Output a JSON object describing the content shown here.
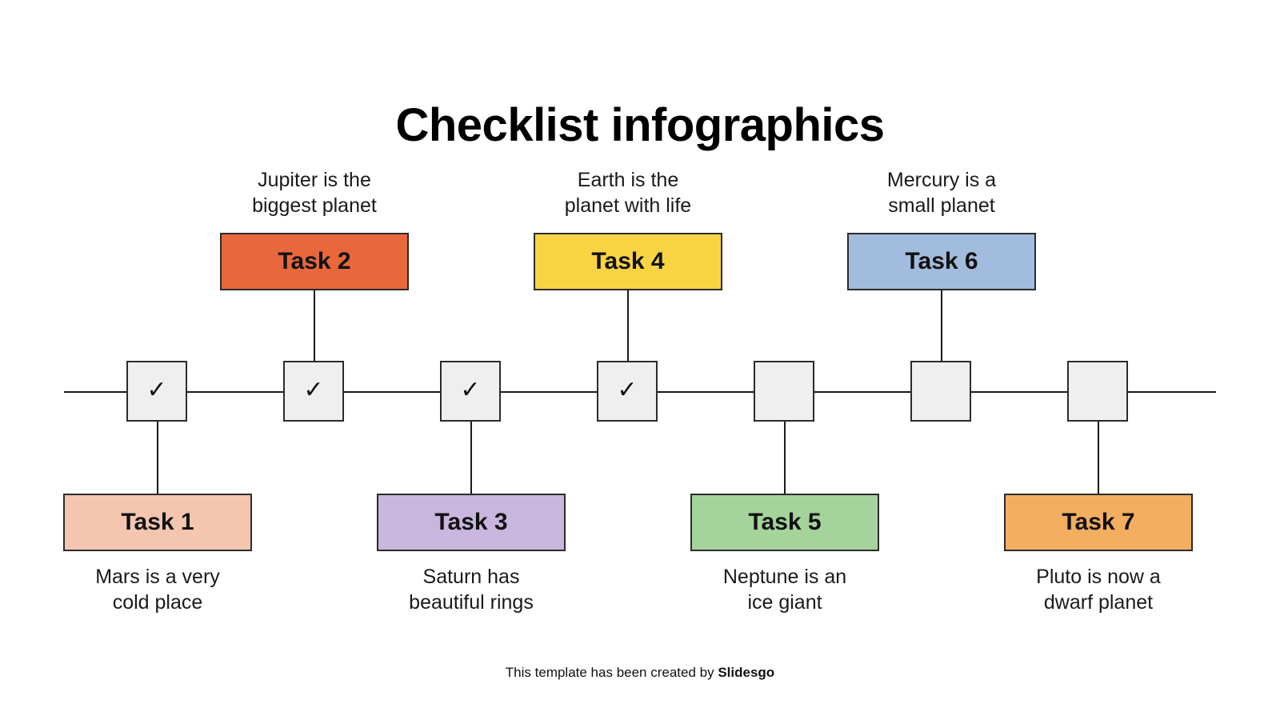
{
  "title": "Checklist infographics",
  "colors": {
    "task1": "#F4C6AF",
    "task2": "#E8683C",
    "task3": "#C9B6DE",
    "task4": "#F8D444",
    "task5": "#A4D49B",
    "task6": "#A2BCDD",
    "task7": "#F4AE62",
    "checkbox_fill": "#EFEFEF",
    "line": "#1A1A1A",
    "border": "#2B2B2B",
    "background": "#FFFFFF",
    "text": "#111111"
  },
  "check_glyph": "✓",
  "nodes": [
    {
      "id": "task-1",
      "label": "Task 1",
      "caption": "Mars is a very\ncold place",
      "side": "bottom",
      "checked": true,
      "color": "#F4C6AF"
    },
    {
      "id": "task-2",
      "label": "Task 2",
      "caption": "Jupiter is the\nbiggest planet",
      "side": "top",
      "checked": true,
      "color": "#E8683C"
    },
    {
      "id": "task-3",
      "label": "Task 3",
      "caption": "Saturn has\nbeautiful rings",
      "side": "bottom",
      "checked": true,
      "color": "#C9B6DE"
    },
    {
      "id": "task-4",
      "label": "Task 4",
      "caption": "Earth is the\nplanet with life",
      "side": "top",
      "checked": true,
      "color": "#F8D444"
    },
    {
      "id": "task-5",
      "label": "Task 5",
      "caption": "Neptune is an\nice giant",
      "side": "bottom",
      "checked": false,
      "color": "#A4D49B"
    },
    {
      "id": "task-6",
      "label": "Task 6",
      "caption": "Mercury is a\nsmall planet",
      "side": "top",
      "checked": false,
      "color": "#A2BCDD"
    },
    {
      "id": "task-7",
      "label": "Task 7",
      "caption": "Pluto is now a\ndwarf planet",
      "side": "bottom",
      "checked": false,
      "color": "#F4AE62"
    }
  ],
  "footer": {
    "text": "This template has been created by ",
    "brand": "Slidesgo"
  }
}
